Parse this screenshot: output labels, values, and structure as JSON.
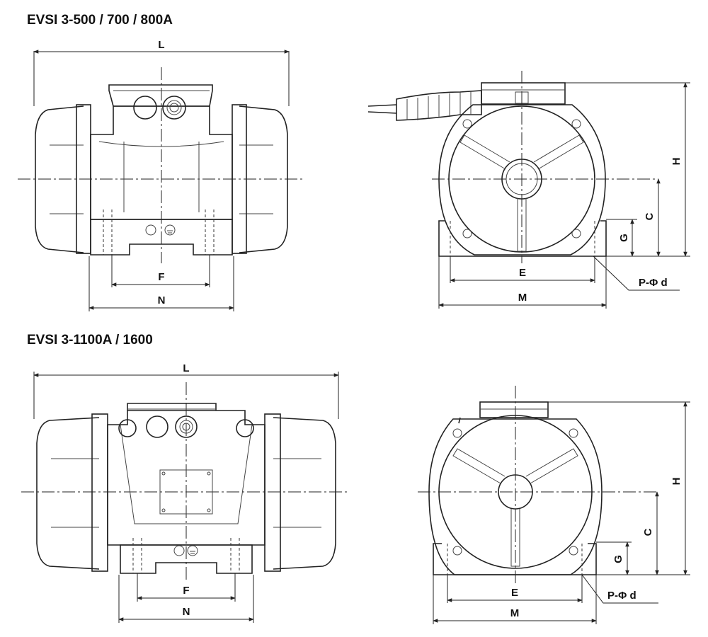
{
  "diagrams": [
    {
      "title": "EVSI 3-500 / 700 / 800A",
      "front_labels": {
        "length": "L",
        "foot_hole_spacing": "F",
        "foot_width": "N"
      },
      "side_labels": {
        "height": "H",
        "shaft_center": "C",
        "foot_height": "G",
        "hole_spacing": "E",
        "base_width": "M",
        "holes": "P-Φ d"
      }
    },
    {
      "title": "EVSI 3-1100A / 1600",
      "front_labels": {
        "length": "L",
        "foot_hole_spacing": "F",
        "foot_width": "N"
      },
      "side_labels": {
        "height": "H",
        "shaft_center": "C",
        "foot_height": "G",
        "hole_spacing": "E",
        "base_width": "M",
        "holes": "P-Φ d"
      }
    }
  ]
}
